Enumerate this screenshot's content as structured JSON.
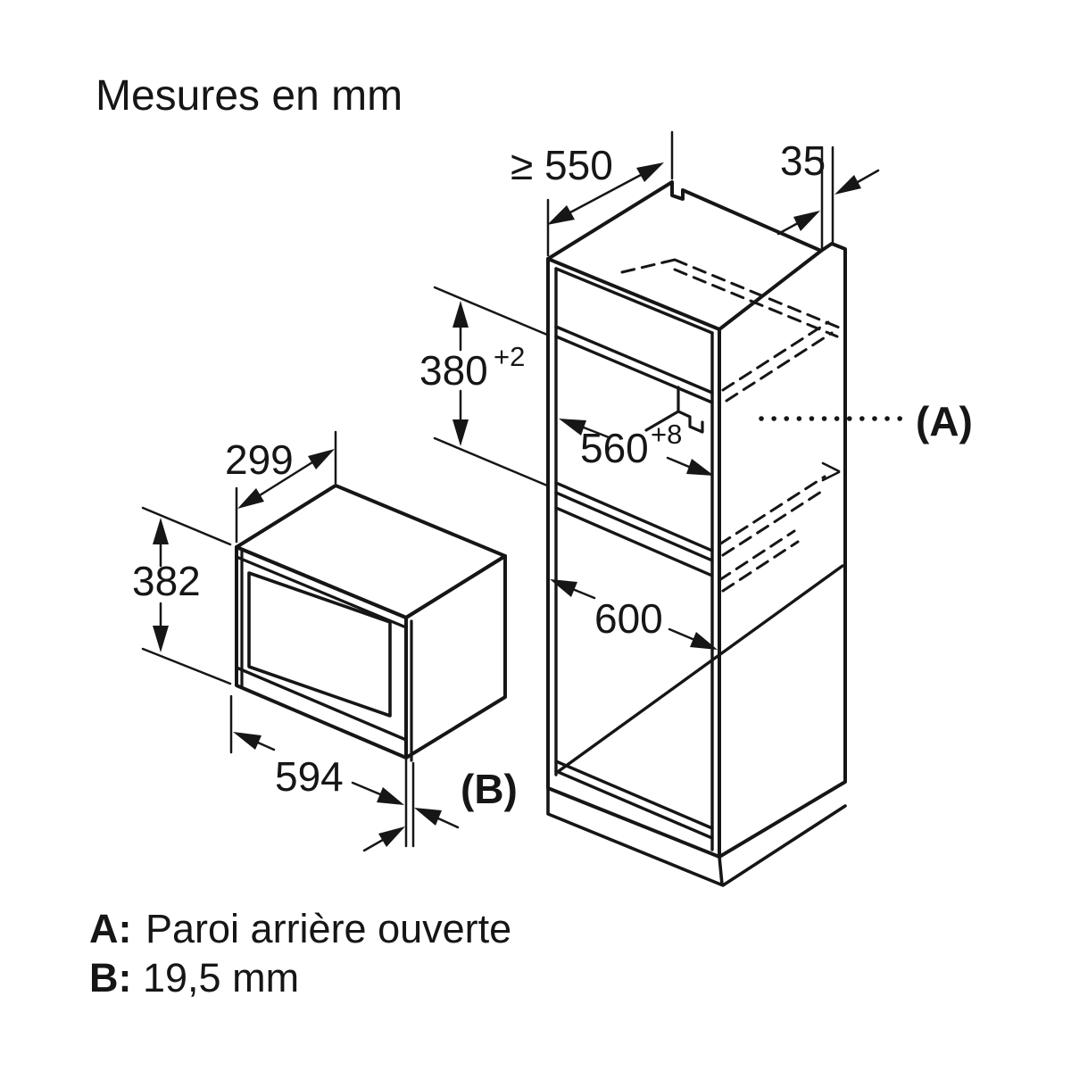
{
  "title": "Mesures en mm",
  "diagram": {
    "type": "installation-dimension-drawing",
    "units": "mm",
    "colors": {
      "line": "#161616",
      "background": "#ffffff"
    },
    "dimensions": {
      "cabinet_depth": {
        "label": "≥ 550"
      },
      "rear_gap": {
        "label": "35"
      },
      "niche_height": {
        "value": "380",
        "tolerance": "+2"
      },
      "niche_width": {
        "value": "560",
        "tolerance": "+8"
      },
      "cabinet_width": {
        "label": "600"
      },
      "oven_depth": {
        "label": "299"
      },
      "oven_height": {
        "label": "382"
      },
      "oven_width": {
        "label": "594"
      },
      "callout_a": {
        "label": "(A)"
      },
      "callout_b": {
        "label": "(B)"
      }
    },
    "legend": {
      "a_key": "A:",
      "a_text": "Paroi arrière ouverte",
      "b_key": "B:",
      "b_text": "19,5 mm"
    }
  }
}
